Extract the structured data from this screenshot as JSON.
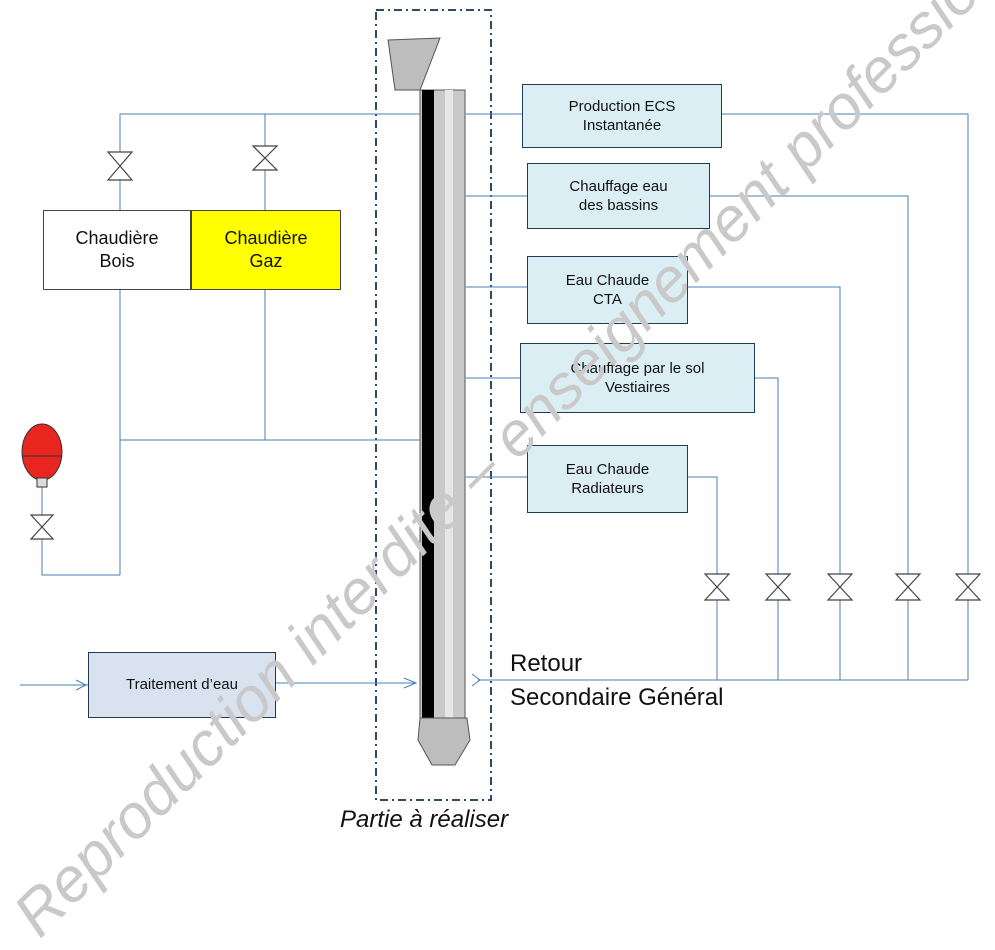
{
  "boilers": [
    {
      "id": "bois",
      "label": "Chaudière\nBois",
      "color": "#fbd3b8"
    },
    {
      "id": "gaz",
      "label": "Chaudière\nGaz",
      "color": "#ffff00"
    }
  ],
  "consumers": [
    {
      "label": "Production ECS\nInstantanée"
    },
    {
      "label": "Chauffage eau\ndes bassins"
    },
    {
      "label": "Eau Chaude\nCTA"
    },
    {
      "label": "Chauffage par le sol\nVestiaires"
    },
    {
      "label": "Eau Chaude\nRadiateurs"
    }
  ],
  "treatment": {
    "label": "Traitement d’eau"
  },
  "return_label": {
    "line1": "Retour",
    "line2": "Secondaire Général"
  },
  "caption": "Partie à réaliser",
  "watermark": "Reproduction interdite – enseignement professionnel",
  "colors": {
    "pipe": "#4a7fb5",
    "expansion_vessel": "#e8261f",
    "dash_frame": "#2c4a6e"
  }
}
